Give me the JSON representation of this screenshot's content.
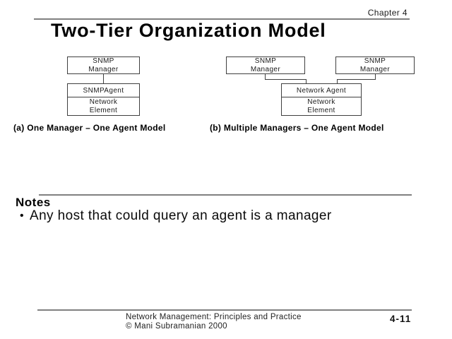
{
  "header": {
    "chapter": "Chapter 4",
    "title": "Two-Tier Organization Model"
  },
  "diagrams": {
    "a": {
      "caption": "(a) One Manager – One Agent Model",
      "manager": {
        "line1": "SNMP",
        "line2": "Manager"
      },
      "agent": "SNMPAgent",
      "element": {
        "line1": "Network",
        "line2": "Element"
      }
    },
    "b": {
      "caption": "(b) Multiple Managers – One Agent Model",
      "manager_left": {
        "line1": "SNMP",
        "line2": "Manager"
      },
      "manager_right": {
        "line1": "SNMP",
        "line2": "Manager"
      },
      "agent": "Network Agent",
      "element": {
        "line1": "Network",
        "line2": "Element"
      }
    }
  },
  "notes": {
    "heading": "Notes",
    "bullet_glyph": "•",
    "bullet": "Any host that could query an agent is a manager"
  },
  "footer": {
    "line1": "Network Management: Principles and Practice",
    "line2": "© Mani Subramanian 2000",
    "page_number": "4-11"
  },
  "colors": {
    "background": "#ffffff",
    "text": "#000000",
    "rule": "#808080",
    "box_border": "#3f3f3f"
  }
}
